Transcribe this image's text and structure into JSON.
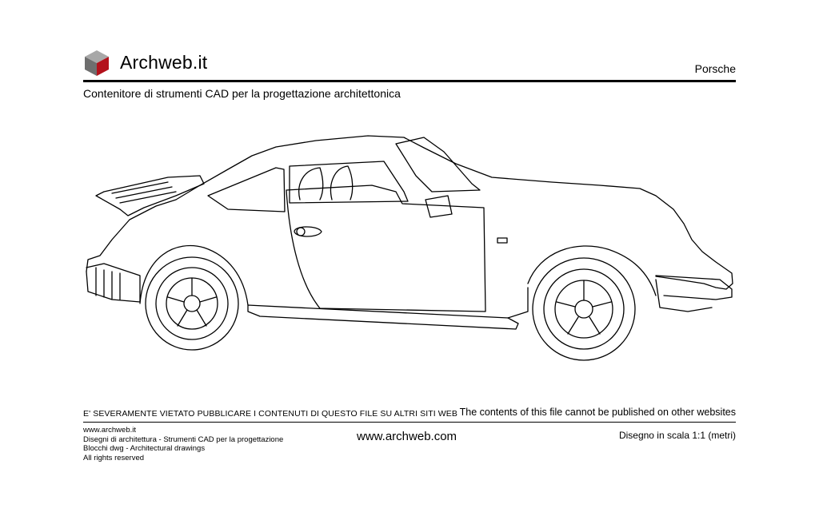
{
  "header": {
    "brand": "Archweb.it",
    "title": "Porsche"
  },
  "subtitle": "Contenitore di strumenti CAD per la progettazione architettonica",
  "drawing": {
    "subject": "Porsche side elevation"
  },
  "notice": {
    "italian": "E' SEVERAMENTE VIETATO PUBBLICARE I CONTENUTI DI QUESTO FILE SU ALTRI SITI WEB",
    "english": "The contents of this file cannot be published on other websites"
  },
  "footer": {
    "left_lines": [
      "www.archweb.it",
      "Disegni di architettura - Strumenti CAD  per la progettazione",
      "Blocchi dwg - Architectural drawings",
      "All rights reserved"
    ],
    "center": "www.archweb.com",
    "right": "Disegno in scala 1:1 (metri)"
  },
  "colors": {
    "logo_red": "#b3111b",
    "logo_grey_light": "#a8a8a8",
    "logo_grey_dark": "#6e6e6e",
    "line": "#000000"
  }
}
